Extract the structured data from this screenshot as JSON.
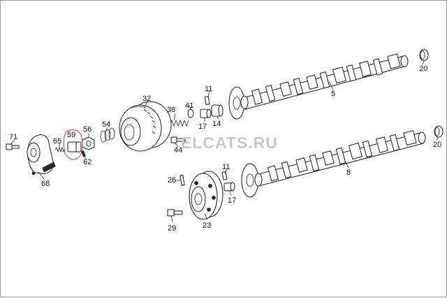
{
  "diagram": {
    "watermark": "ELCATS.RU",
    "highlight_color": "#e0302a",
    "callouts": {
      "c5": "5",
      "c8": "8",
      "c11a": "11",
      "c11b": "11",
      "c14": "14",
      "c17a": "17",
      "c17b": "17",
      "c20a": "20",
      "c20b": "20",
      "c23": "23",
      "c26": "26",
      "c29": "29",
      "c32": "32",
      "c38": "38",
      "c41": "41",
      "c44": "44",
      "c54": "54",
      "c56": "56",
      "c59": "59",
      "c62": "62",
      "c65": "65",
      "c68": "68",
      "c71": "71"
    }
  }
}
